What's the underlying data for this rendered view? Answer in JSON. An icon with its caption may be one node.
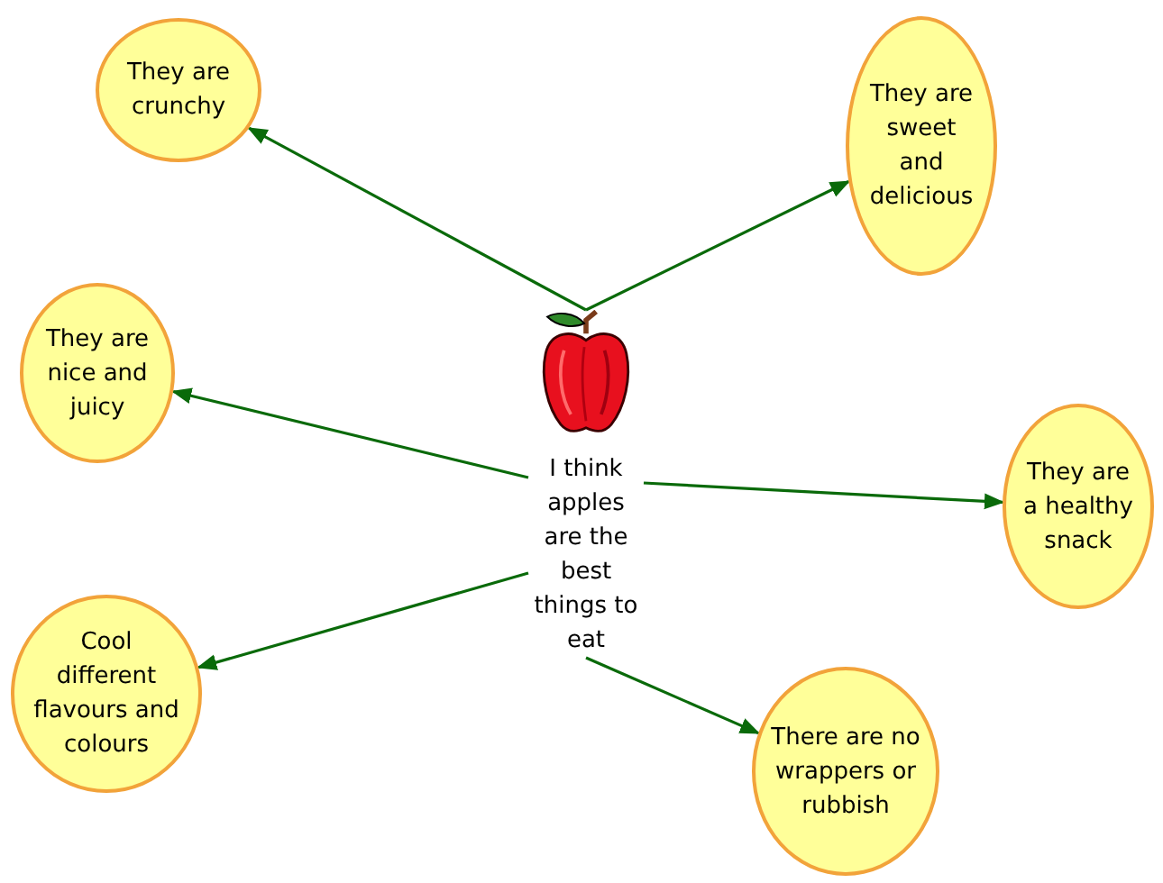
{
  "diagram": {
    "nodes": [
      {
        "text": [
          "I think apples are the best things to eat"
        ]
      },
      {
        "text": [
          "They are crunchy"
        ]
      },
      {
        "text": [
          "They are sweet and delicious"
        ]
      },
      {
        "text": [
          "They are nice and juicy"
        ]
      },
      {
        "text": [
          "They are a healthy snack"
        ]
      },
      {
        "text": [
          "Cool different flavours and colours"
        ]
      },
      {
        "text": [
          "There are no wrappers or rubbish"
        ]
      }
    ],
    "edges": [
      {
        "from": 0,
        "to": 1,
        "arrow": "to"
      },
      {
        "from": 0,
        "to": 2,
        "arrow": "to"
      },
      {
        "from": 0,
        "to": 3,
        "arrow": "to"
      },
      {
        "from": 0,
        "to": 4,
        "arrow": "to"
      },
      {
        "from": 0,
        "to": 5,
        "arrow": "to"
      },
      {
        "from": 0,
        "to": 6,
        "arrow": "to"
      }
    ]
  }
}
